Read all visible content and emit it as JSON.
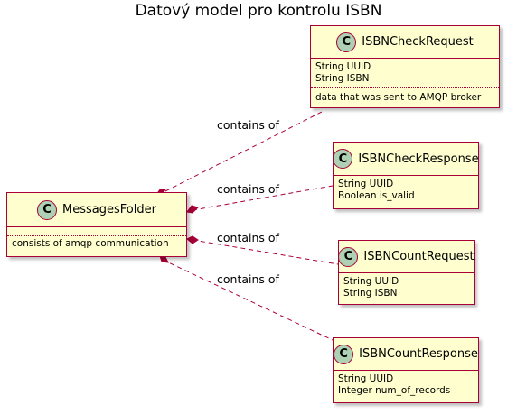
{
  "diagram": {
    "title": "Datový model pro kontrolu ISBN",
    "colors": {
      "class_fill": "#FEFECE",
      "class_border": "#A80036",
      "badge_fill": "#ADD1B2",
      "line": "#A80036"
    },
    "classes": {
      "messages_folder": {
        "badge": "C",
        "name": "MessagesFolder",
        "note": "consists of amqp communication"
      },
      "check_request": {
        "badge": "C",
        "name": "ISBNCheckRequest",
        "fields": [
          "String UUID",
          "String ISBN"
        ],
        "note": "data that was sent to AMQP broker"
      },
      "check_response": {
        "badge": "C",
        "name": "ISBNCheckResponse",
        "fields": [
          "String UUID",
          "Boolean is_valid"
        ]
      },
      "count_request": {
        "badge": "C",
        "name": "ISBNCountRequest",
        "fields": [
          "String UUID",
          "String ISBN"
        ]
      },
      "count_response": {
        "badge": "C",
        "name": "ISBNCountResponse",
        "fields": [
          "String UUID",
          "Integer num_of_records"
        ]
      }
    },
    "relations": [
      {
        "label": "contains of"
      },
      {
        "label": "contains of"
      },
      {
        "label": "contains of"
      },
      {
        "label": "contains of"
      }
    ]
  }
}
